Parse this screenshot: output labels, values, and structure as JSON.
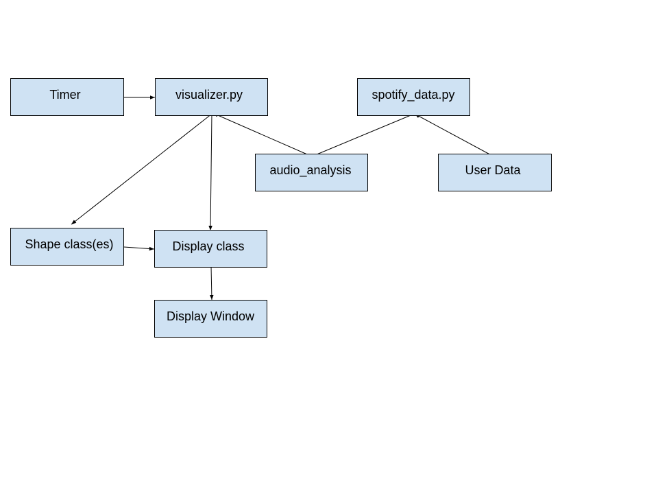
{
  "diagram": {
    "nodes": {
      "timer": {
        "label": "Timer"
      },
      "visualizer": {
        "label": "visualizer.py"
      },
      "spotify_data": {
        "label": "spotify_data.py"
      },
      "audio_analysis": {
        "label": "audio_analysis"
      },
      "user_data": {
        "label": "User Data"
      },
      "shape_classes": {
        "label": "Shape class(es)"
      },
      "display_class": {
        "label": "Display class"
      },
      "display_window": {
        "label": "Display Window"
      }
    },
    "edges": [
      {
        "from": "timer",
        "to": "visualizer",
        "arrow": "end"
      },
      {
        "from": "visualizer",
        "to": "shape_classes",
        "arrow": "end"
      },
      {
        "from": "visualizer",
        "to": "display_class",
        "arrow": "end"
      },
      {
        "from": "audio_analysis",
        "to": "visualizer",
        "arrow": "end"
      },
      {
        "from": "audio_analysis",
        "to": "spotify_data",
        "arrow": "none"
      },
      {
        "from": "user_data",
        "to": "spotify_data",
        "arrow": "end"
      },
      {
        "from": "shape_classes",
        "to": "display_class",
        "arrow": "end"
      },
      {
        "from": "display_class",
        "to": "display_window",
        "arrow": "end"
      }
    ],
    "colors": {
      "node_fill": "#cfe2f3",
      "node_stroke": "#000000",
      "edge_stroke": "#000000"
    }
  }
}
